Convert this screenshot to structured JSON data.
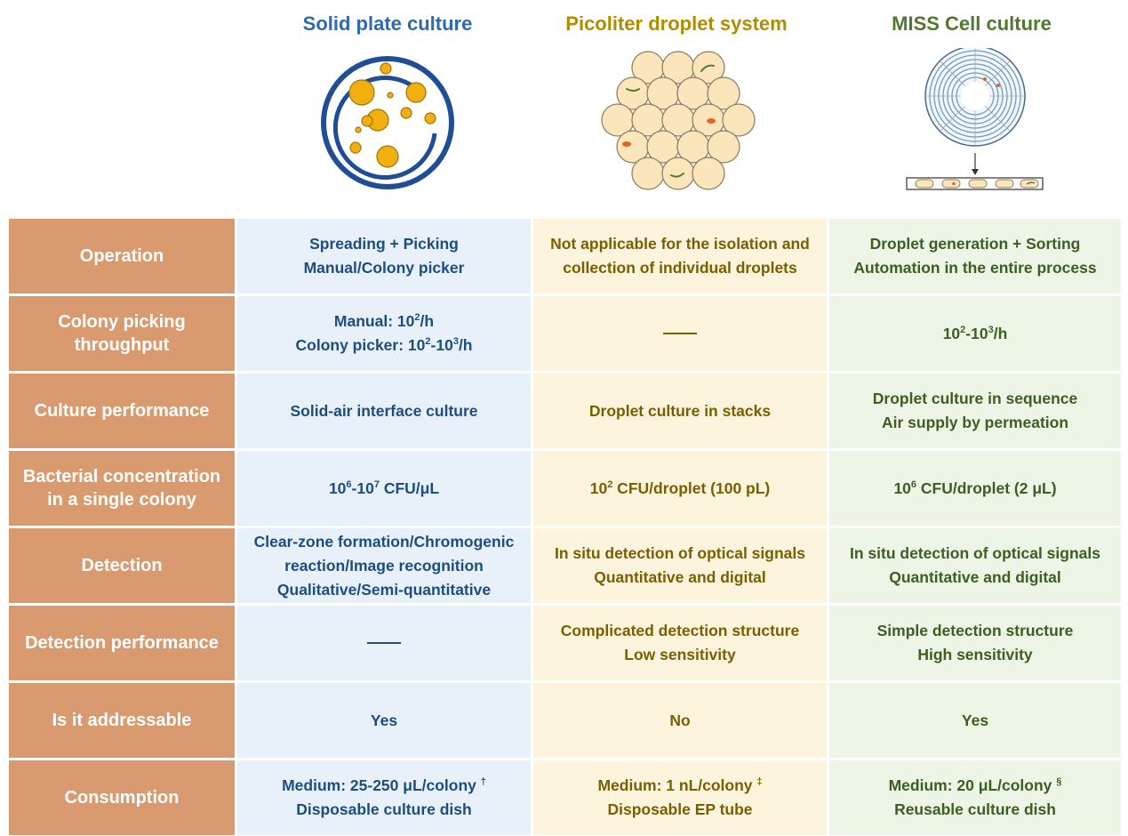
{
  "columns": [
    {
      "title": "Solid plate culture",
      "color": "#2e6aad"
    },
    {
      "title": "Picoliter droplet system",
      "color": "#b08d00"
    },
    {
      "title": "MISS Cell culture",
      "color": "#4f7a2e"
    }
  ],
  "rows": [
    {
      "header": "Operation",
      "c1": [
        "Spreading + Picking",
        "Manual/Colony picker"
      ],
      "c2": [
        "Not applicable for the isolation and",
        "collection of individual droplets"
      ],
      "c3": [
        "Droplet generation + Sorting",
        "Automation in the entire process"
      ]
    },
    {
      "header": "Colony picking throughput",
      "c1": [
        {
          "base": "Manual: 10",
          "sup": "2",
          "tail": "/h"
        },
        {
          "base": "Colony picker: 10",
          "sup": "2",
          "mid": "-10",
          "sup2": "3",
          "tail": "/h"
        }
      ],
      "c2": [],
      "c3": [
        {
          "base": "10",
          "sup": "2",
          "mid": "-10",
          "sup2": "3",
          "tail": "/h"
        }
      ]
    },
    {
      "header": "Culture performance",
      "c1": [
        "Solid-air interface culture"
      ],
      "c2": [
        "Droplet culture in stacks"
      ],
      "c3": [
        "Droplet culture in sequence",
        "Air supply by permeation"
      ]
    },
    {
      "header": "Bacterial concentration in a single colony",
      "c1": [
        {
          "base": "10",
          "sup": "6",
          "mid": "-10",
          "sup2": "7",
          "tail": " CFU/μL"
        }
      ],
      "c2": [
        {
          "base": "10",
          "sup": "2",
          "tail": " CFU/droplet (100 pL)"
        }
      ],
      "c3": [
        {
          "base": "10",
          "sup": "6",
          "tail": " CFU/droplet (2 μL)"
        }
      ]
    },
    {
      "header": "Detection",
      "c1": [
        "Clear-zone formation/Chromogenic",
        "reaction/Image recognition",
        "Qualitative/Semi-quantitative"
      ],
      "c2": [
        "In situ detection of optical signals",
        "Quantitative and digital"
      ],
      "c3": [
        "In situ detection of optical signals",
        "Quantitative and digital"
      ]
    },
    {
      "header": "Detection performance",
      "c1": [],
      "c2": [
        "Complicated detection structure",
        "Low sensitivity"
      ],
      "c3": [
        "Simple detection structure",
        "High sensitivity"
      ]
    },
    {
      "header": "Is it addressable",
      "c1": [
        "Yes"
      ],
      "c2": [
        "No"
      ],
      "c3": [
        "Yes"
      ]
    },
    {
      "header": "Consumption",
      "c1": [
        {
          "base": "Medium: 25-250 μL/colony ",
          "sup": "†"
        },
        "Disposable culture dish"
      ],
      "c2": [
        {
          "base": "Medium: 1 nL/colony ",
          "sup": "‡"
        },
        "Disposable EP tube"
      ],
      "c3": [
        {
          "base": "Medium: 20 μL/colony ",
          "sup": "§"
        },
        "Reusable culture dish"
      ]
    }
  ]
}
